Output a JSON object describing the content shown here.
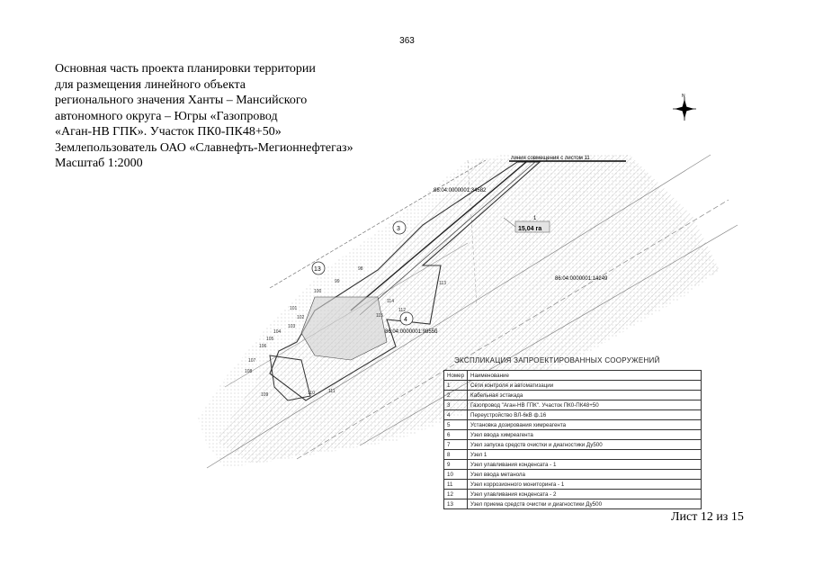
{
  "page_number": "363",
  "title_lines": [
    "Основная часть проекта планировки территории",
    "для размещения линейного объекта",
    "регионального значения Ханты – Мансийского",
    "автономного округа – Югры «Газопровод",
    "«Аган-НВ ГПК». Участок ПК0-ПК48+50»",
    "Землепользователь ОАО «Славнефть-Мегионнефтегаз»",
    "Масштаб 1:2000"
  ],
  "compass_label": "N",
  "map": {
    "match_line_label": "линия совмещения с листом 11",
    "parcel_labels": [
      "86:04:0000001:34582",
      "86:04:0000001:14249",
      "86:04:0000001:9855б"
    ],
    "area_label": "15,04 га",
    "area_number": "1",
    "circle_labels": [
      "3",
      "13",
      "4"
    ],
    "point_labels": [
      "98",
      "99",
      "100",
      "101",
      "102",
      "103",
      "104",
      "105",
      "106",
      "107",
      "108",
      "109",
      "110",
      "111",
      "112",
      "113",
      "114",
      "115"
    ]
  },
  "legend": {
    "title": "ЭКСПЛИКАЦИЯ ЗАПРОЕКТИРОВАННЫХ СООРУЖЕНИЙ",
    "headers": [
      "Номер",
      "Наименование"
    ],
    "rows": [
      [
        "1",
        "Сети контроля и автоматизации"
      ],
      [
        "2",
        "Кабельная эстакада"
      ],
      [
        "3",
        "Газопровод \"Аган-НВ ГПК\". Участок ПК0-ПК48+50"
      ],
      [
        "4",
        "Переустройство ВЛ-6кВ ф.16"
      ],
      [
        "5",
        "Установка дозирования химреагента"
      ],
      [
        "6",
        "Узел ввода химреагента"
      ],
      [
        "7",
        "Узел запуска средств очистки и диагностики Ду500"
      ],
      [
        "8",
        "Узел 1"
      ],
      [
        "9",
        "Узел улавливания конденсата - 1"
      ],
      [
        "10",
        "Узел ввода метанола"
      ],
      [
        "11",
        "Узел коррозионного мониторинга - 1"
      ],
      [
        "12",
        "Узел улавливания конденсата - 2"
      ],
      [
        "13",
        "Узел приема средств очистки и диагностики Ду500"
      ]
    ]
  },
  "sheet_label": "Лист 12 из 15"
}
